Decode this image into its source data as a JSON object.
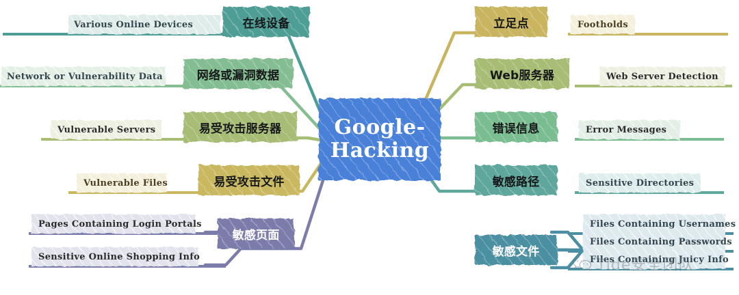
{
  "diagram": {
    "type": "mind-map",
    "title": "Google-Hacking",
    "center": {
      "line1": "Google-",
      "line2": "Hacking",
      "color": "#4a80d8"
    },
    "watermark": {
      "text": "Tide安全团队",
      "icon": "wechat-icon"
    },
    "branches": [
      {
        "id": "online-devices",
        "side": "left",
        "node": "在线设备",
        "color": "#4f9e95",
        "leaf_bg": "#dfecea",
        "leaves": [
          "Various Online Devices"
        ]
      },
      {
        "id": "network-vuln-data",
        "side": "left",
        "node": "网络或漏洞数据",
        "color": "#84bd91",
        "leaf_bg": "#e4f0e6",
        "leaves": [
          "Network or Vulnerability Data"
        ]
      },
      {
        "id": "vulnerable-servers",
        "side": "left",
        "node": "易受攻击服务器",
        "color": "#a7bd74",
        "leaf_bg": "#eef0e2",
        "leaves": [
          "Vulnerable Servers"
        ]
      },
      {
        "id": "vulnerable-files",
        "side": "left",
        "node": "易受攻击文件",
        "color": "#c9b860",
        "leaf_bg": "#f4f0dc",
        "leaves": [
          "Vulnerable Files"
        ]
      },
      {
        "id": "sensitive-pages",
        "side": "left",
        "node": "敏感页面",
        "color": "#7c7cab",
        "leaf_bg": "#e3e3ee",
        "leaves": [
          "Pages Containing Login Portals",
          "Sensitive Online Shopping Info"
        ]
      },
      {
        "id": "footholds",
        "side": "right",
        "node": "立足点",
        "color": "#c9b460",
        "leaf_bg": "#f4f0dc",
        "leaves": [
          "Footholds"
        ]
      },
      {
        "id": "web-server",
        "side": "right",
        "node": "Web服务器",
        "color": "#a7bd74",
        "leaf_bg": "#eef0e2",
        "leaves": [
          "Web Server Detection"
        ]
      },
      {
        "id": "error-messages",
        "side": "right",
        "node": "错误信息",
        "color": "#79bd91",
        "leaf_bg": "#e2eee6",
        "leaves": [
          "Error Messages"
        ]
      },
      {
        "id": "sensitive-directories",
        "side": "right",
        "node": "敏感路径",
        "color": "#5fa79c",
        "leaf_bg": "#dfeeec",
        "leaves": [
          "Sensitive Directories"
        ]
      },
      {
        "id": "sensitive-files",
        "side": "right",
        "node": "敏感文件",
        "color": "#4c8fa3",
        "leaf_bg": "#dfeaef",
        "leaves": [
          "Files Containing Usernames",
          "Files Containing Passwords",
          "Files Containing Juicy Info"
        ]
      }
    ]
  }
}
